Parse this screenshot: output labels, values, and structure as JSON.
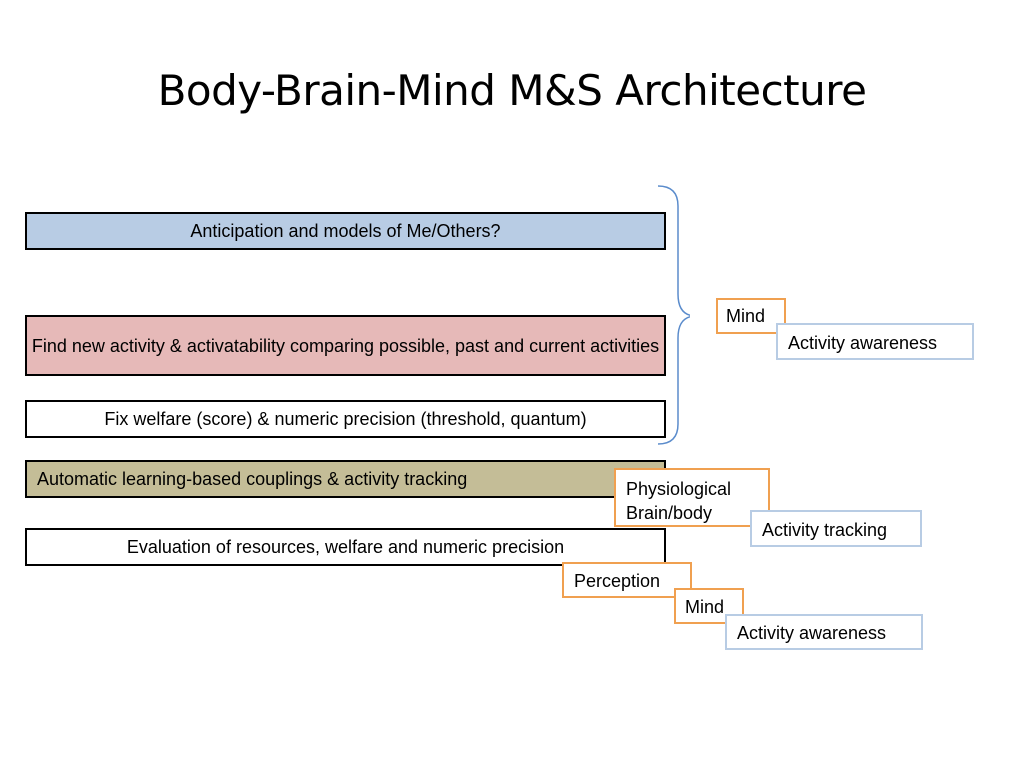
{
  "title": "Body-Brain-Mind M&S Architecture",
  "colors": {
    "layer_anticipation": "#b8cce4",
    "layer_find": "#e6b9b8",
    "layer_fix": "#ffffff",
    "layer_automatic": "#c4bd97",
    "layer_evaluation": "#ffffff",
    "tag_orange_border": "#f0a050",
    "tag_blue_border": "#b8cce4",
    "brace_color": "#5b8ccc"
  },
  "layers": {
    "anticipation": "Anticipation and models of Me/Others?",
    "find": "Find new activity & activatability comparing possible, past and current activities",
    "fix": "Fix welfare (score) & numeric precision (threshold, quantum)",
    "automatic": "Automatic learning-based couplings & activity tracking",
    "evaluation": "Evaluation of resources, welfare and numeric precision"
  },
  "tags": {
    "mind_top": "Mind",
    "activity_awareness_top": "Activity awareness",
    "physiological": "Physiological Brain/body",
    "activity_tracking": "Activity tracking",
    "perception": "Perception",
    "mind_bottom": "Mind",
    "activity_awareness_bottom": "Activity awareness"
  }
}
